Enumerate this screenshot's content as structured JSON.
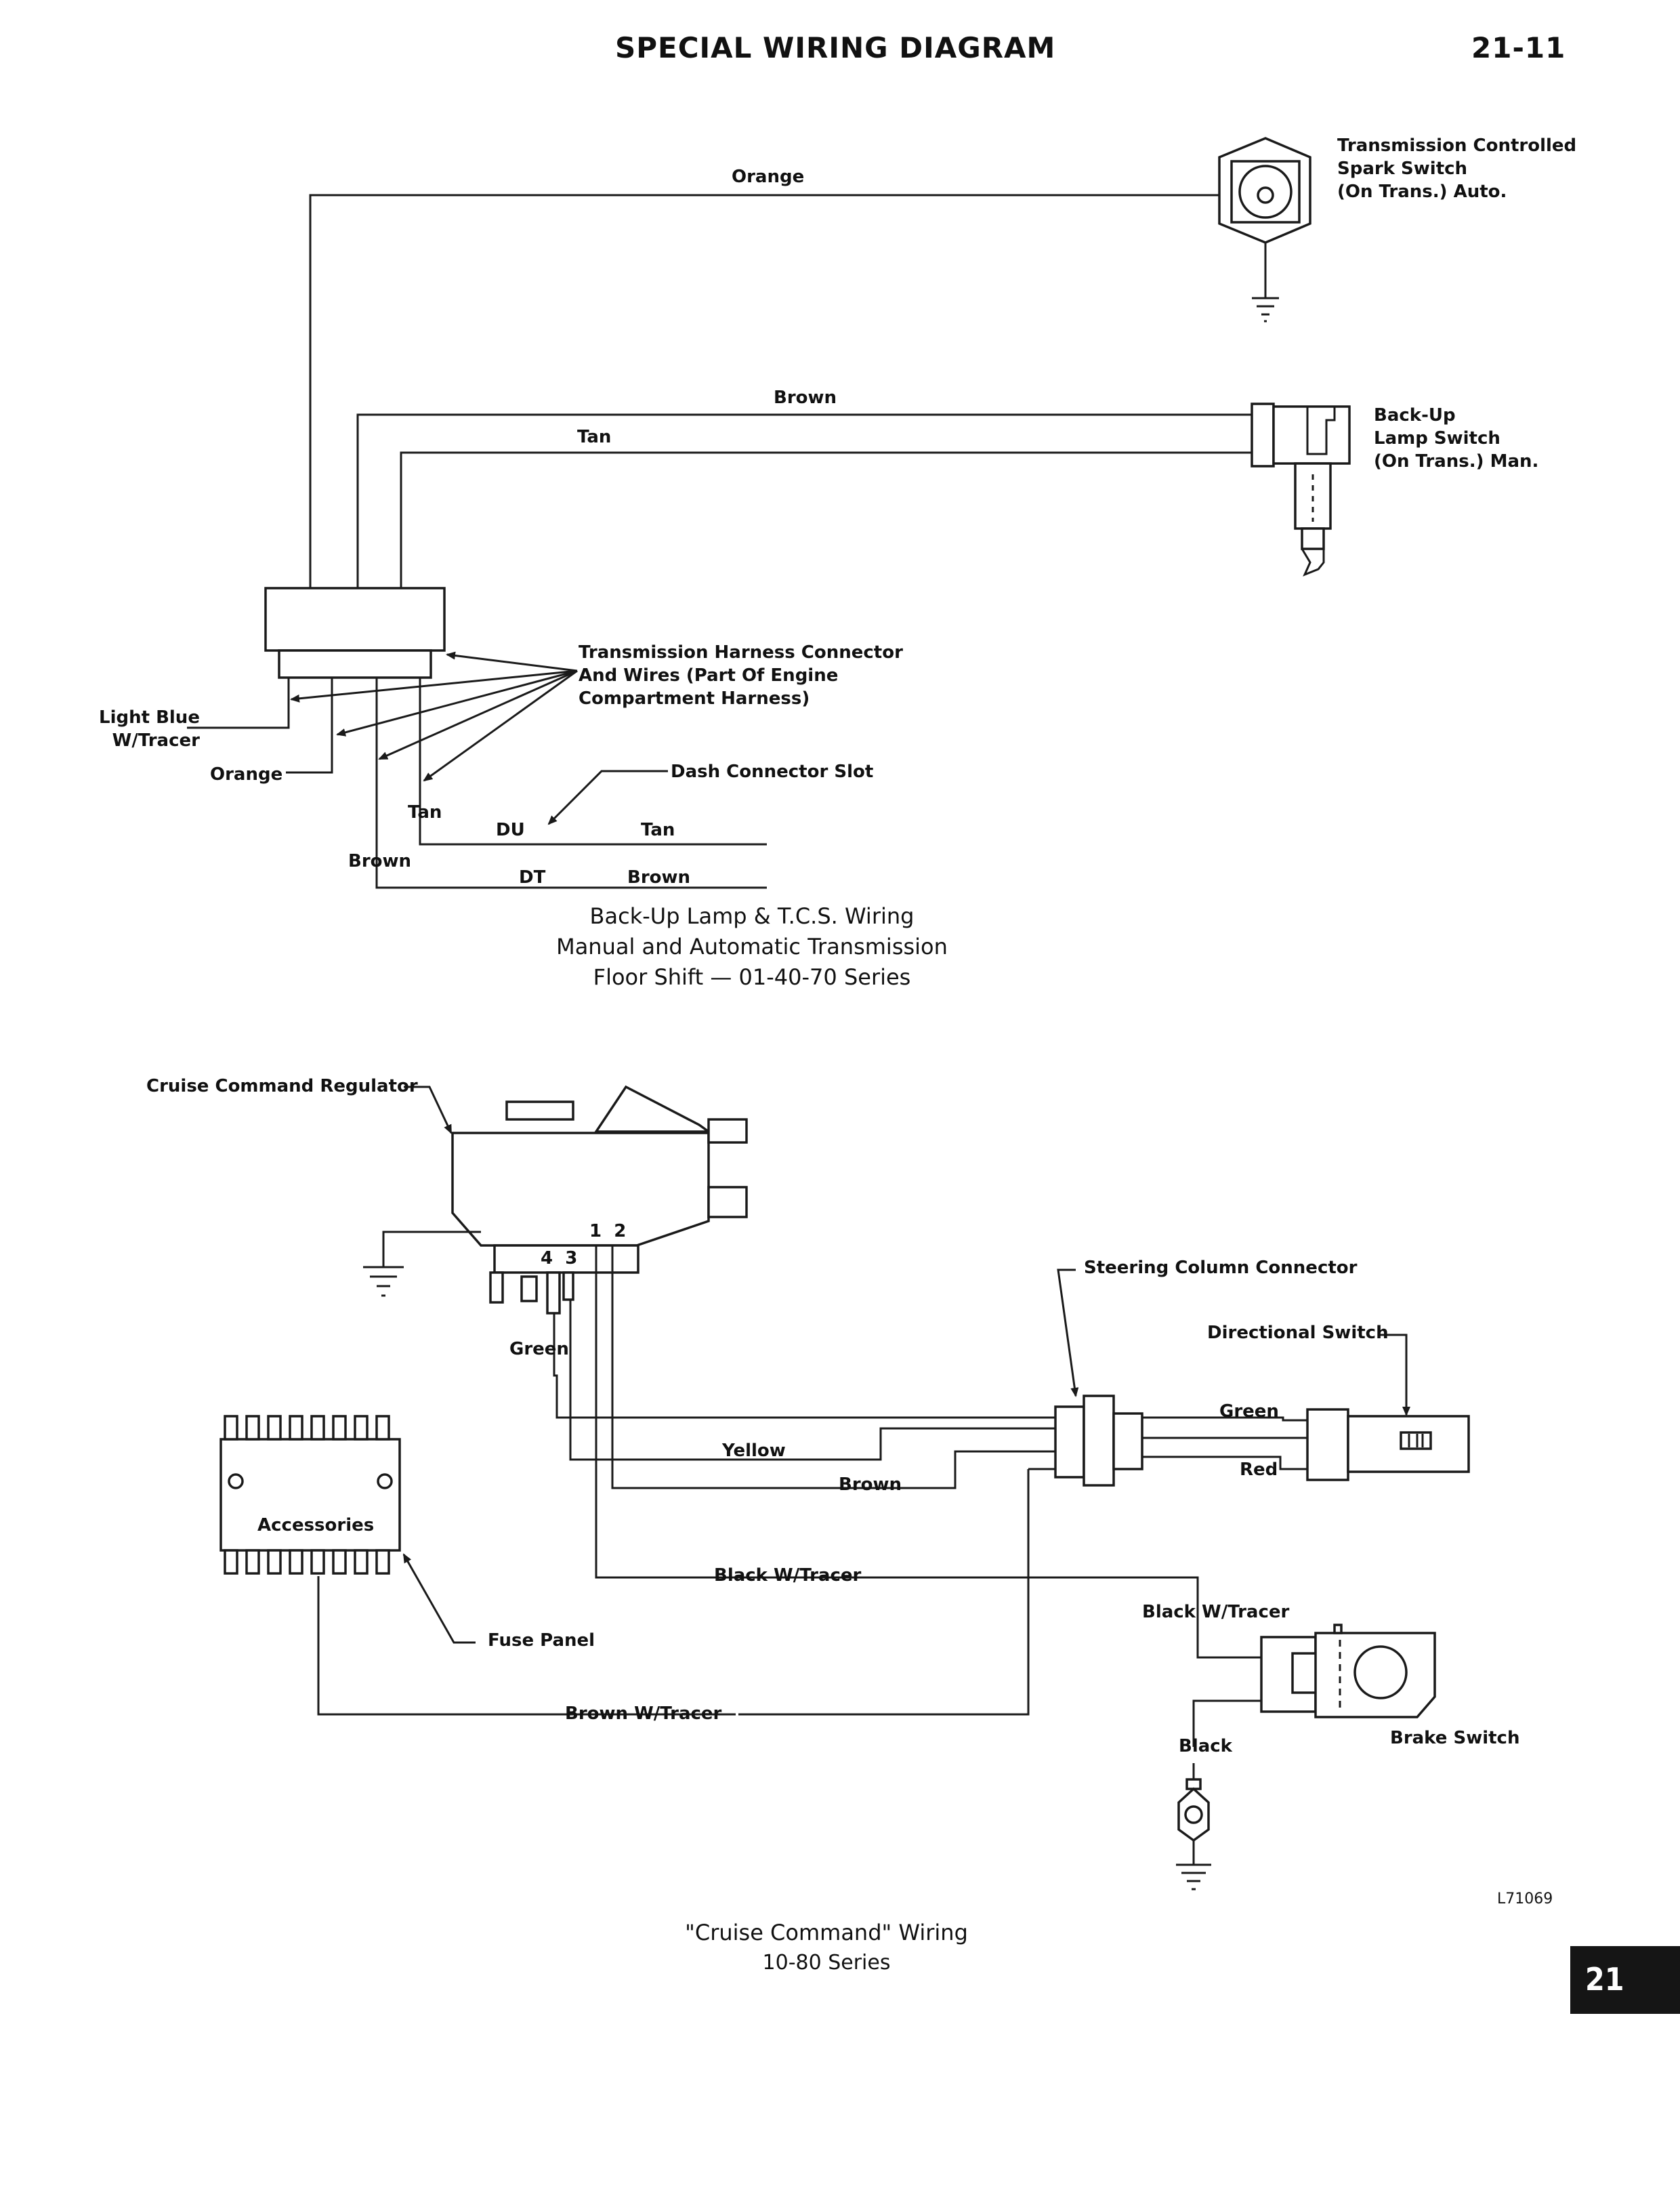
{
  "header": {
    "title": "SPECIAL WIRING DIAGRAM",
    "page_number": "21-11"
  },
  "section_tab": "21",
  "diagram1": {
    "caption_line1": "Back-Up Lamp & T.C.S. Wiring",
    "caption_line2": "Manual and Automatic Transmission",
    "caption_line3": "Floor Shift — 01-40-70 Series",
    "wire_orange": "Orange",
    "wire_brown": "Brown",
    "wire_tan": "Tan",
    "tcs_switch": "Transmission Controlled\nSpark Switch\n(On Trans.) Auto.",
    "backup_switch": "Back-Up\nLamp Switch\n(On Trans.) Man.",
    "harness_connector": "Transmission Harness Connector\nAnd Wires (Part Of Engine\nCompartment Harness)",
    "light_blue": "Light Blue\nW/Tracer",
    "orange_lower": "Orange",
    "tan_lower": "Tan",
    "brown_lower": "Brown",
    "dash_slot": "Dash Connector Slot",
    "du": "DU",
    "tan_du": "Tan",
    "dt": "DT",
    "brown_dt": "Brown"
  },
  "diagram2": {
    "caption_line1": "\"Cruise Command\" Wiring",
    "caption_line2": "10-80 Series",
    "regulator": "Cruise Command Regulator",
    "terminals_12": "1  2",
    "terminals_43": "4  3",
    "green_reg": "Green",
    "accessories": "Accessories",
    "fuse_panel": "Fuse Panel",
    "steering_connector": "Steering Column Connector",
    "directional_switch": "Directional Switch",
    "green": "Green",
    "yellow": "Yellow",
    "red": "Red",
    "brown": "Brown",
    "black_tracer_1": "Black W/Tracer",
    "black_tracer_2": "Black W/Tracer",
    "brown_tracer": "Brown W/Tracer",
    "black": "Black",
    "brake_switch": "Brake Switch",
    "code": "L71069"
  }
}
